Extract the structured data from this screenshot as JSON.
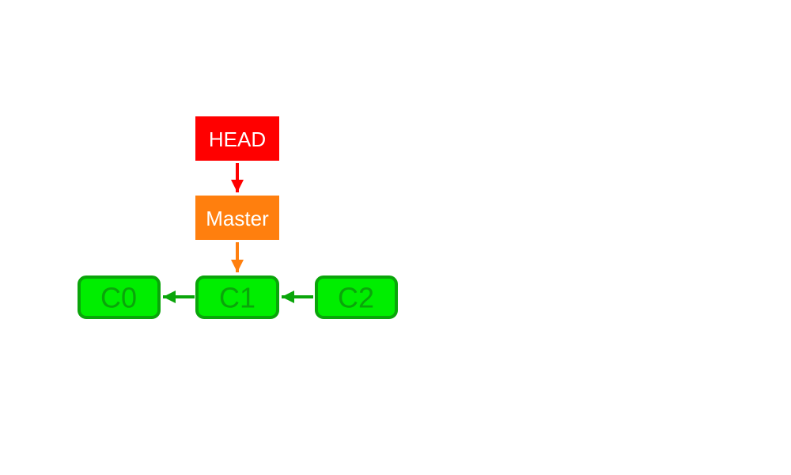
{
  "refs": {
    "head": {
      "label": "HEAD",
      "color": "#ff0000"
    },
    "master": {
      "label": "Master",
      "color": "#ff7f0e"
    }
  },
  "commits": [
    {
      "id": "c0",
      "label": "C0"
    },
    {
      "id": "c1",
      "label": "C1"
    },
    {
      "id": "c2",
      "label": "C2"
    }
  ],
  "colors": {
    "commit_fill": "#00ee00",
    "commit_stroke": "#0aa50a",
    "commit_text": "#0aa50a",
    "parent_arrow": "#0aa50a",
    "ref_text": "#ffffff"
  },
  "edges": [
    {
      "from": "head",
      "to": "master",
      "kind": "ref-pointer"
    },
    {
      "from": "master",
      "to": "c1",
      "kind": "ref-pointer"
    },
    {
      "from": "c1",
      "to": "c0",
      "kind": "parent"
    },
    {
      "from": "c2",
      "to": "c1",
      "kind": "parent"
    }
  ]
}
